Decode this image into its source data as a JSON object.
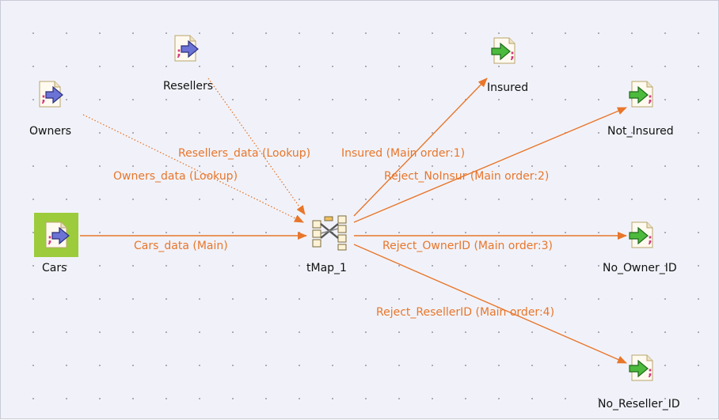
{
  "nodes": {
    "resellers": "Resellers",
    "owners": "Owners",
    "cars": "Cars",
    "tmap": "tMap_1",
    "insured": "Insured",
    "not_insured": "Not_Insured",
    "no_owner_id": "No_Owner_ID",
    "no_reseller_id": "No_Reseller_ID"
  },
  "links": {
    "resellers_data": "Resellers_data (Lookup)",
    "owners_data": "Owners_data (Lookup)",
    "cars_data": "Cars_data (Main)",
    "insured": "Insured (Main order:1)",
    "reject_noinsur": "Reject_NoInsur (Main order:2)",
    "reject_ownerid": "Reject_OwnerID (Main order:3)",
    "reject_resellerid": "Reject_ResellerID (Main order:4)"
  },
  "colors": {
    "canvas": "#f1f2f9",
    "link": "#e8762b",
    "selected": "#9ccc3c",
    "input_arrow": "#6b73d6",
    "output_arrow": "#4cba3c"
  },
  "icons": {
    "input": "file-input-icon",
    "output": "file-output-icon",
    "map": "tmap-icon"
  }
}
